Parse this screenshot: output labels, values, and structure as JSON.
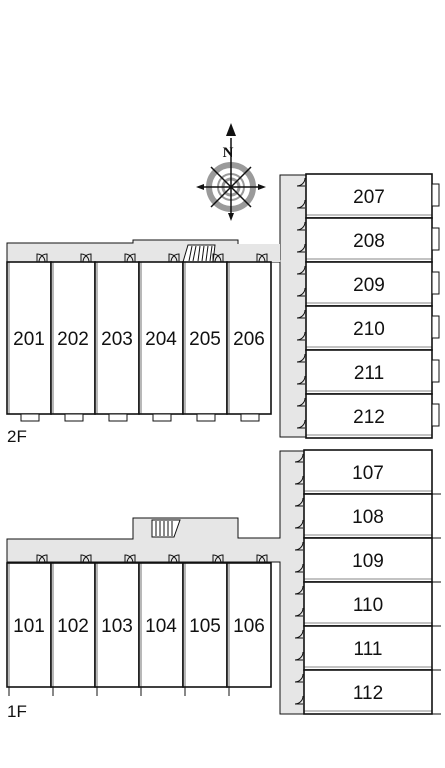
{
  "compass": {
    "label": "N"
  },
  "floor2": {
    "label": "2F",
    "row_units": [
      "201",
      "202",
      "203",
      "204",
      "205",
      "206"
    ],
    "column_units": [
      "207",
      "208",
      "209",
      "210",
      "211",
      "212"
    ]
  },
  "floor1": {
    "label": "1F",
    "row_units": [
      "101",
      "102",
      "103",
      "104",
      "105",
      "106"
    ],
    "column_units": [
      "107",
      "108",
      "109",
      "110",
      "111",
      "112"
    ]
  },
  "colors": {
    "corridor": "#e6e6e6",
    "line": "#111111",
    "compass_ring": "#9a9a9a"
  }
}
